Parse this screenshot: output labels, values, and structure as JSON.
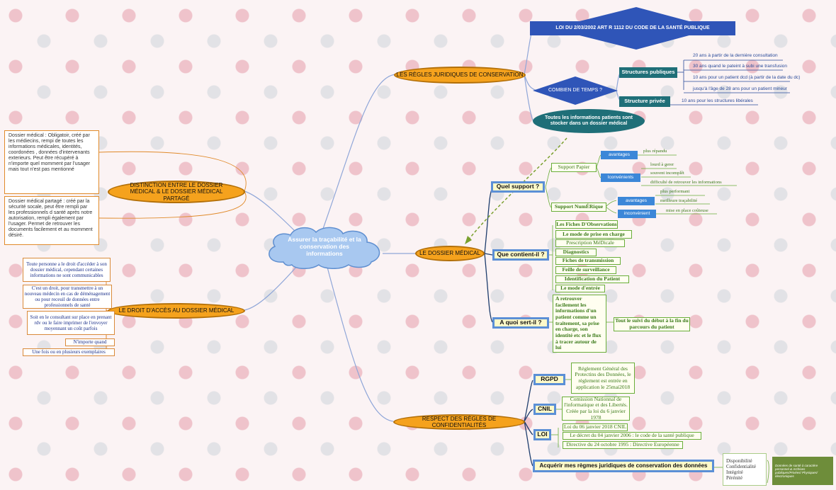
{
  "center": "Assurer la traçabilité et la conservation des informations",
  "regles": {
    "title": "LES RÈGLES JURIDIQUES DE CONSERVATION",
    "loi": "LOI DU 2/03/2002 ART R 1112 DU CODE DE LA SANTÉ PUBLIQUE",
    "combien": "COMBIEN DE TEMPS ?",
    "publiques": "Structures publiques",
    "privee": "Structure privée",
    "pub_items": [
      "20 ans à partir de la dernière consultation",
      "30 ans quand le pateint à subi une transfusion",
      "10 ans pour un patient dcd (à partir de la date du dc)",
      "jusqu'à l'âge de 28 ans pour un patient mineur"
    ],
    "priv_item": "10 ans pour les structures libérales",
    "toutes": "Toutes les informations patients sont stocker dans un dossier médical"
  },
  "distinction": {
    "title": "DISTINCTION ENTRE LE DOSSIER MÉDICAL & LE DOSSIER MÉDICAL PARTAGÉ",
    "dm": "Dossier médical : Obligatoir, créé par les médiecins, rempi de toutes les informations médicales, identités, coordonées , données d'intervenants exterieurs. Peut être récupéré à n'importe quel momment par l'usager mais tout n'est pas mentionné",
    "dmp": "Dossier médical partagé : créé par la sécurité socale, peut être rempli par les professionnels d santé après notre autorisation, rempli également par l'usager. Permet de retrouver les documents facilement et au momment désiré."
  },
  "acces": {
    "title": "LE DROIT D'ACCÈS AU DOSSIER MÉDICAL",
    "items": [
      "Toute personne a le droit d'accéder à son dossier médical, cependant certaines informations ne sont communicables",
      "C'est un droit, pour transmettre à un nouveau médecin en cas de déménagement ou pour receuil de données entre professionnels de santé",
      "Soit en le consultant sur place en prenant rdv ou le faire imprimer de l'envoyer moyennant un coût parfois",
      "N'importe quand",
      "Une fois ou en plusieurs exemplaires"
    ]
  },
  "dossier": {
    "title": "LE DOSSIER MÉDICAL",
    "support": "Quel support ?",
    "papier": "Support Papier",
    "avantages": "avantages",
    "inconvenients": "Iconvénients",
    "papier_av": "plus répandu",
    "papier_inc": [
      "lourd à gerer",
      "souvent incomplêt",
      "difficulté de retrouver les informations"
    ],
    "numerique": "Support NumÉRique",
    "num_av": [
      "plus performant",
      "meilleure traçabilité"
    ],
    "inconvenient": "inconvénient",
    "num_inc": "mise en place coûteuse",
    "contient": "Que contient-il ?",
    "contient_items": [
      "Les Fiches D'Observations",
      "Le mode de prise en charge",
      "Prescription MéDicale",
      "Diagnostics",
      "Fiches de transmission",
      "Feille de surveillance",
      "Identification du Patient",
      "Le mode d'entrée"
    ],
    "sert": "A quoi sert-il ?",
    "sert_text": "A retrouver facilement les informations d'un patient comme un traitement, sa prise en charge, son identité etc et le flux à tracer autour de lui",
    "suivi": "Tout le suivi du début à la fin du parcours du patient"
  },
  "confidentialite": {
    "title": "RESPECT DES RÈGLES DE CONFIDENTIALITÉS",
    "rgpd": "RGPD",
    "rgpd_text": "Réglement Général des Protectins des Données, le règlement est entrée en application le 25mai2018",
    "cnil": "CNIL",
    "cnil_text": "Comission Nationnal de l'informatique et des Libertés. Créée par la loi du 6 janvier 1978",
    "loi": "LOI",
    "loi_items": [
      "Loi du 06 janvier 2018 CNIL",
      "Le décret du 04 janvier 2006 : le code de la santé publique",
      "Directive du 24 octobre 1995 : Directive Européenne"
    ],
    "acquerir": "Acquérir mes règmes juridiques de conservation des données",
    "acq_items": [
      "Disponibilité",
      "Confidentialité",
      "Intégrité",
      "Pérénité"
    ],
    "note": "Données de santé à caractère personnel & Archives publiques/Privées/ Physiques/électroniques"
  }
}
